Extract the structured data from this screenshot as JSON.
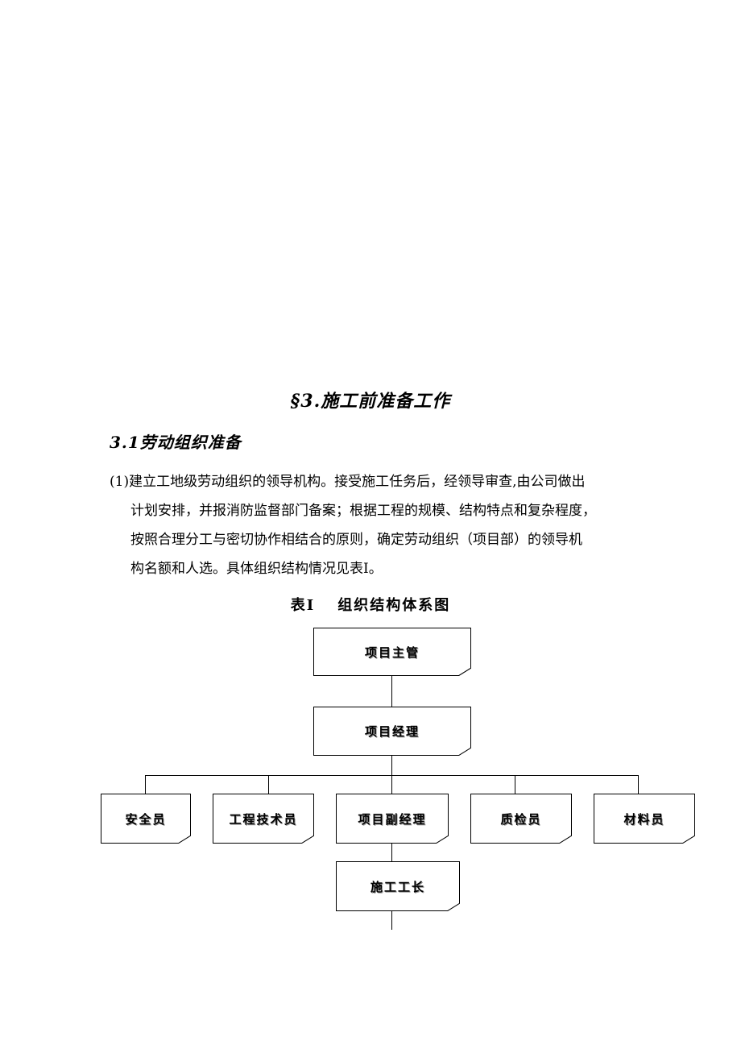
{
  "section": {
    "title": "§3.施工前准备工作"
  },
  "subsection": {
    "title": "3.1劳动组织准备"
  },
  "paragraph": {
    "lines": [
      "(1)建立工地级劳动组织的领导机构。接受施工任务后，经领导审查,由公司做出",
      "计划安排，并报消防监督部门备案；根据工程的规模、结构特点和复杂程度，",
      "按照合理分工与密切协作相结合的原则，确定劳动组织（项目部）的领导机",
      "构名额和人选。具体组织结构情况见表Ⅰ。"
    ]
  },
  "table_caption": {
    "number": "表Ⅰ",
    "title": "组织结构体系图"
  },
  "org_chart": {
    "top": "项目主管",
    "manager": "项目经理",
    "staff": [
      "安全员",
      "工程技术员",
      "项目副经理",
      "质检员",
      "材料员"
    ],
    "foreman": "施工工长"
  }
}
